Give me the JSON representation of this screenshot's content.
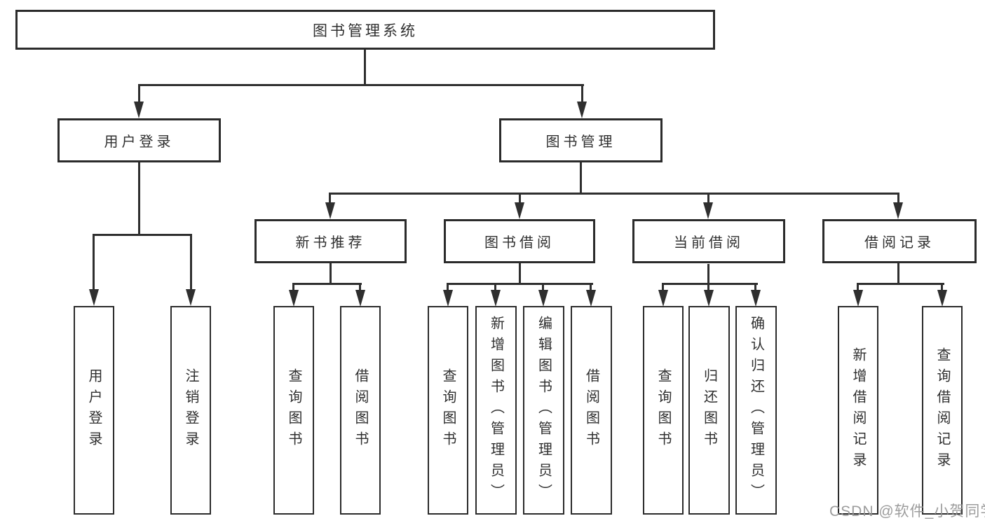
{
  "tree": {
    "root": "图书管理系统",
    "branches": [
      {
        "label": "用户登录",
        "children": [
          "用户登录",
          "注销登录"
        ]
      },
      {
        "label": "图书管理",
        "groups": [
          {
            "label": "新书推荐",
            "children": [
              "查询图书",
              "借阅图书"
            ]
          },
          {
            "label": "图书借阅",
            "children": [
              "查询图书",
              "新增图书（管理员）",
              "编辑图书（管理员）",
              "借阅图书"
            ]
          },
          {
            "label": "当前借阅",
            "children": [
              "查询图书",
              "归还图书",
              "确认归还（管理员）"
            ]
          },
          {
            "label": "借阅记录",
            "children": [
              "新增借阅记录",
              "查询借阅记录"
            ]
          }
        ]
      }
    ]
  },
  "watermark": {
    "text": "CSDN @软件_小贺同学"
  },
  "colors": {
    "line": "#2f2f2f",
    "border": "#2b2b2b",
    "text": "#2f2f2f",
    "background": "#ffffff",
    "watermark": "#949494"
  }
}
